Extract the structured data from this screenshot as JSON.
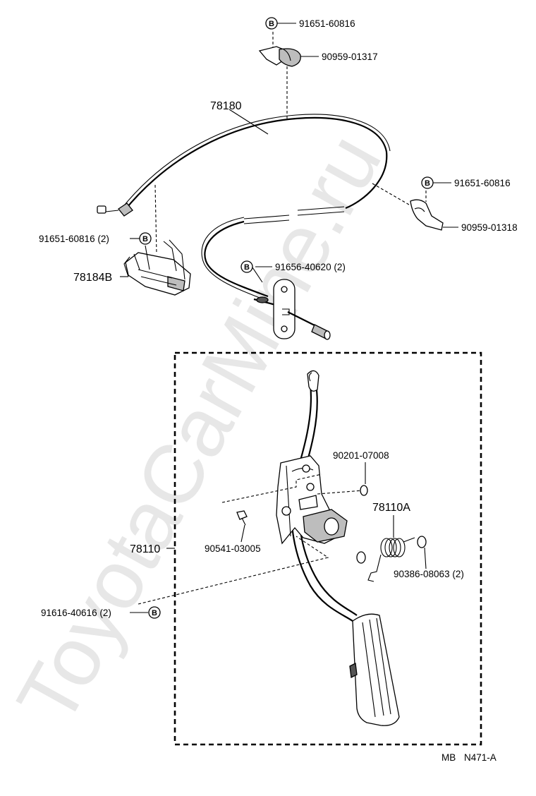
{
  "watermark": "ToyotaCarMine.ru",
  "diagram_code": {
    "prefix": "MB",
    "number": "N471-A"
  },
  "badge_letter": "B",
  "parts": {
    "clip_bolt_top": "91651-60816",
    "clamp_top": "90959-01317",
    "cable": "78180",
    "clip_bolt_right": "91651-60816",
    "clamp_right": "90959-01318",
    "bracket_bolt": "91651-60816 (2)",
    "bracket": "78184B",
    "grommet_bolt": "91656-40620 (2)",
    "pedal_assy": "78110",
    "pedal_bolt": "91616-40616 (2)",
    "screw": "90541-03005",
    "clip_upper": "90201-07008",
    "spring": "78110A",
    "bushing": "90386-08063 (2)"
  }
}
